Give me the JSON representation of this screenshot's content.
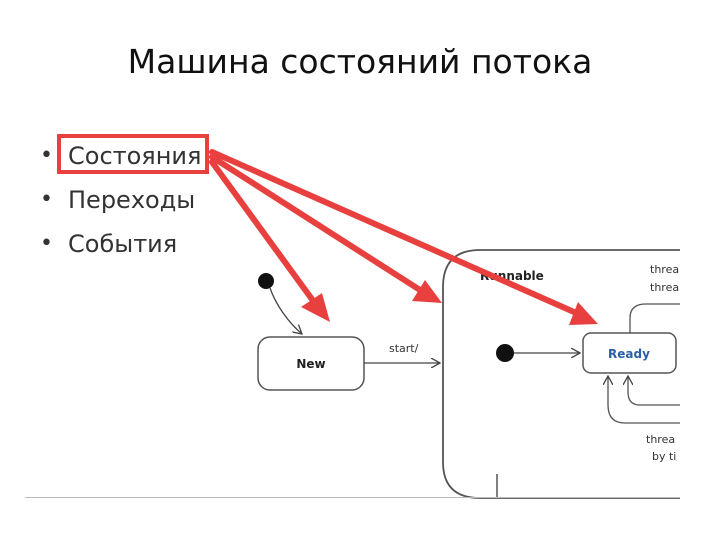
{
  "slide": {
    "title": "Машина состояний потока",
    "bullets": [
      "Состояния",
      "Переходы",
      "События"
    ]
  },
  "diagram": {
    "states": {
      "new": "New",
      "runnable": "Runnable",
      "ready": "Ready"
    },
    "transitions": {
      "start": "start/"
    },
    "partial_labels": {
      "top_1": "threa",
      "top_2": "threa",
      "bottom_1": "threa",
      "bottom_2": "by ti"
    }
  },
  "colors": {
    "highlight": "#e8403f",
    "arrow": "#e8403f",
    "ready_text": "#2b5fa8"
  },
  "icons": {
    "initial_state": "filled-circle",
    "bullet": "bullet-dot"
  }
}
